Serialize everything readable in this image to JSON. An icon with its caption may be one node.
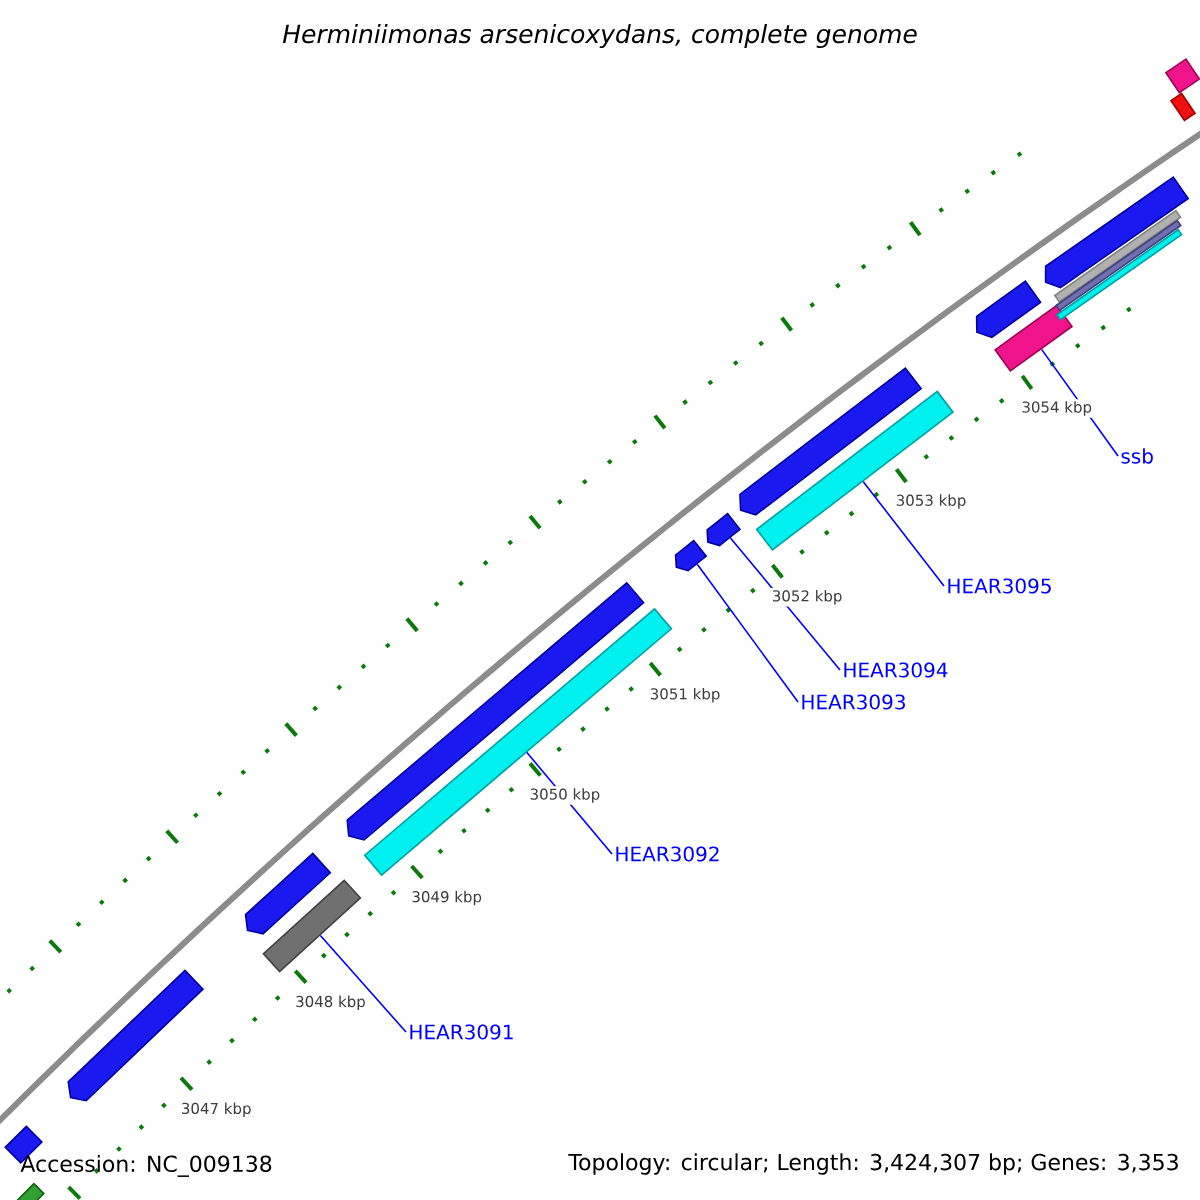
{
  "diagram": {
    "title": "Herminiimonas arsenicoxydans, complete genome",
    "nodes": [
      {
        "text": [
          "HEAR3091"
        ]
      },
      {
        "text": [
          "HEAR3092"
        ]
      },
      {
        "text": [
          "HEAR3093"
        ]
      },
      {
        "text": [
          "HEAR3094"
        ]
      },
      {
        "text": [
          "HEAR3095"
        ]
      },
      {
        "text": [
          "ssb"
        ]
      },
      {
        "text": [],
        "shape": "bar"
      },
      {
        "text": [],
        "shape": "bar"
      },
      {
        "text": [],
        "shape": "pentagon"
      },
      {
        "text": [],
        "shape": "pentagon"
      },
      {
        "text": [],
        "shape": "bar"
      },
      {
        "text": [],
        "shape": "pentagon"
      },
      {
        "text": [],
        "shape": "bar"
      },
      {
        "text": [],
        "shape": "pentagon"
      },
      {
        "text": [],
        "shape": "pentagon"
      },
      {
        "text": [],
        "shape": "pentagon"
      },
      {
        "text": [],
        "shape": "bar"
      },
      {
        "text": [],
        "shape": "pentagon"
      },
      {
        "text": [],
        "shape": "bar"
      },
      {
        "text": [],
        "shape": "pentagon"
      },
      {
        "text": [],
        "shape": "bar"
      },
      {
        "text": [],
        "shape": "bar"
      },
      {
        "text": [],
        "shape": "bar"
      },
      {
        "text": [],
        "shape": "bar"
      },
      {
        "text": [],
        "shape": "bar"
      }
    ],
    "edges": [
      {
        "from": 0,
        "to": 10,
        "arrow": "none"
      },
      {
        "from": 1,
        "to": 12,
        "arrow": "none"
      },
      {
        "from": 2,
        "to": 13,
        "arrow": "none"
      },
      {
        "from": 3,
        "to": 14,
        "arrow": "none"
      },
      {
        "from": 4,
        "to": 16,
        "arrow": "none"
      },
      {
        "from": 5,
        "to": 18,
        "arrow": "none"
      }
    ],
    "labels": [
      "3047 kbp",
      "3048 kbp",
      "3049 kbp",
      "3050 kbp",
      "3051 kbp",
      "3052 kbp",
      "3053 kbp",
      "3054 kbp",
      "Accession: NC_009138",
      "Topology: circular; Length: 3,424,307 bp; Genes: 3,353"
    ]
  }
}
